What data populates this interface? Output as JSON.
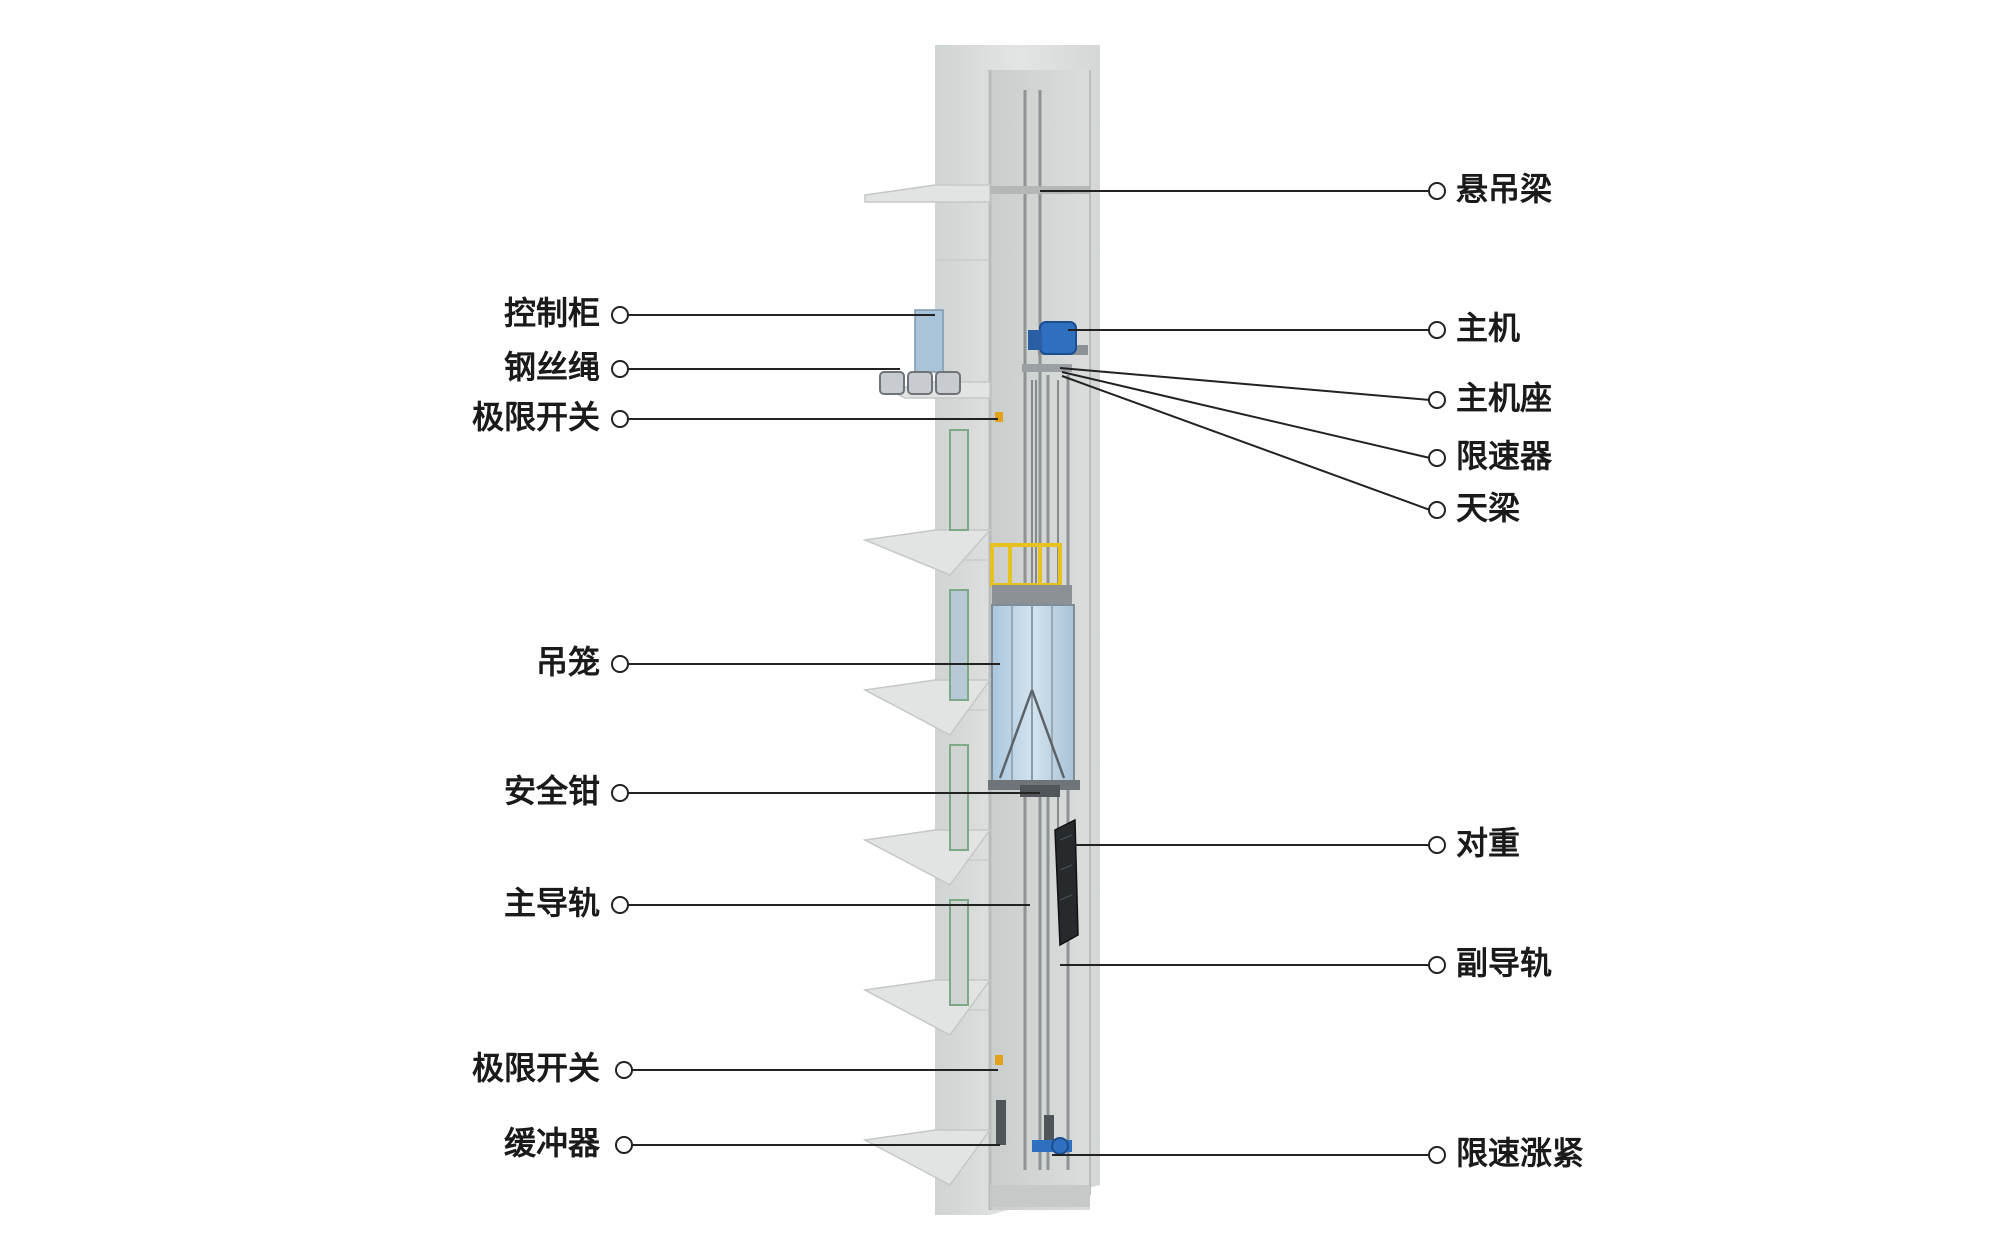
{
  "labels": {
    "left": {
      "control_cabinet": "控制柜",
      "wire_rope": "钢丝绳",
      "limit_switch_top": "极限开关",
      "cage": "吊笼",
      "safety_gear": "安全钳",
      "main_rail": "主导轨",
      "limit_switch_bottom": "极限开关",
      "buffer": "缓冲器"
    },
    "right": {
      "suspension_beam": "悬吊梁",
      "traction_machine": "主机",
      "machine_base": "主机座",
      "speed_governor": "限速器",
      "top_beam": "天梁",
      "counterweight": "对重",
      "aux_rail": "副导轨",
      "governor_tension": "限速涨紧"
    }
  },
  "colors": {
    "label_text": "#1a1a1a",
    "leader_line": "#222222",
    "shaft_wall": "#d9dcdb",
    "cage_glass": "#b9d3e6",
    "machine_blue": "#2e6fc0",
    "railing_yellow": "#e8c21c"
  }
}
